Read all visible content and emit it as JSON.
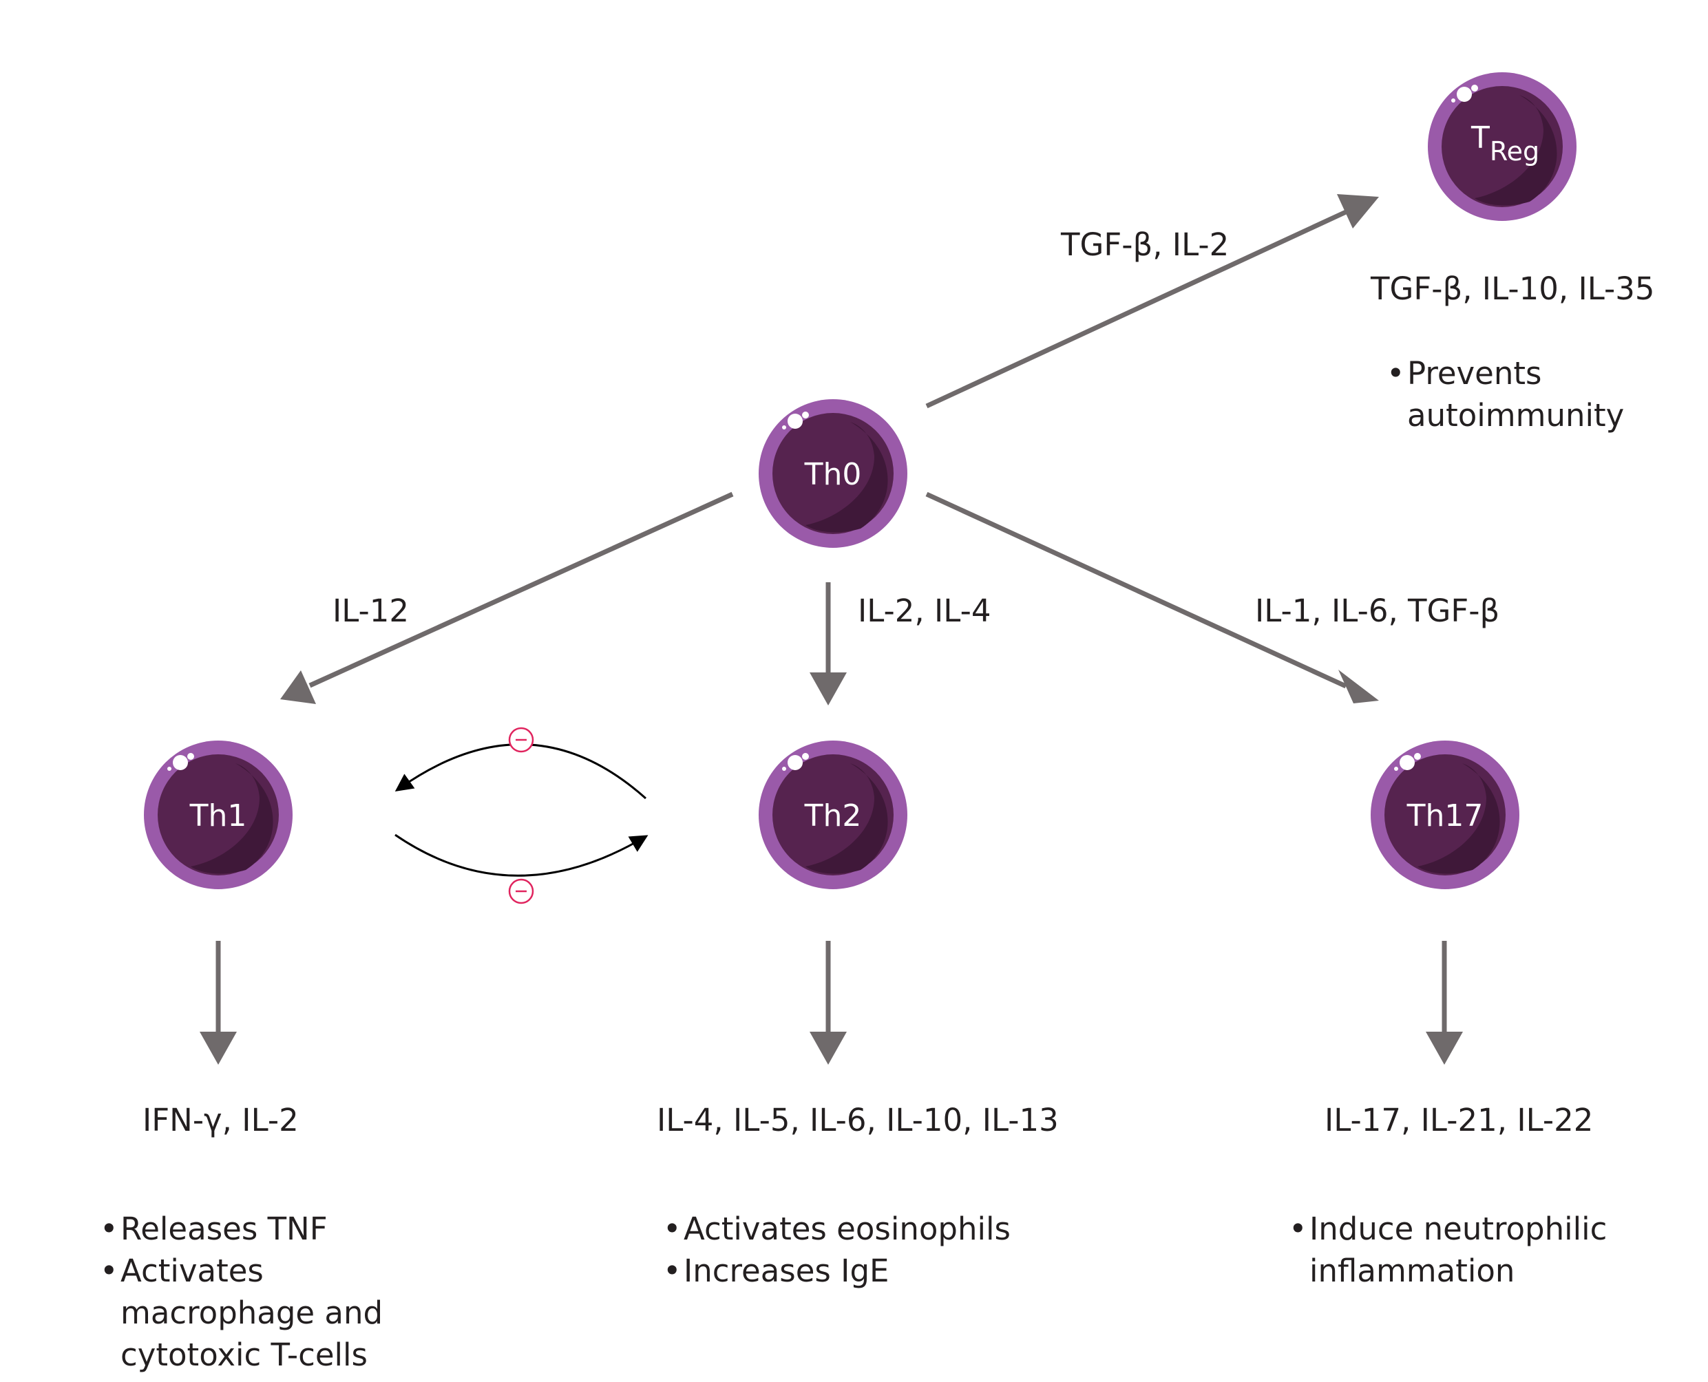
{
  "colors": {
    "arrow": "#6f6a6b",
    "cell_outer": "#9a5aa9",
    "cell_inner": "#56234f",
    "cell_shadow": "#3f1839",
    "inhibit": "#e0245e",
    "text": "#231f20"
  },
  "cells": {
    "th0": "Th0",
    "th1": "Th1",
    "th2": "Th2",
    "th17": "Th17",
    "treg_main": "T",
    "treg_sub": "Reg"
  },
  "edges": {
    "treg": "TGF-β, IL-2",
    "th1": "IL-12",
    "th2": "IL-2, IL-4",
    "th17": "IL-1, IL-6, TGF-β"
  },
  "inhibition_symbol": "⊖",
  "outputs": {
    "treg": {
      "cytokines": "TGF-β, IL-10, IL-35",
      "effects": [
        "Prevents autoimmunity"
      ]
    },
    "th1": {
      "cytokines": "IFN-γ, IL-2",
      "effects": [
        "Releases TNF",
        "Activates macrophage and cytotoxic T-cells"
      ]
    },
    "th2": {
      "cytokines": "IL-4, IL-5, IL-6, IL-10, IL-13",
      "effects": [
        "Activates eosinophils",
        "Increases IgE"
      ]
    },
    "th17": {
      "cytokines": "IL-17, IL-21, IL-22",
      "effects": [
        "Induce neutrophilic inflammation"
      ]
    }
  }
}
